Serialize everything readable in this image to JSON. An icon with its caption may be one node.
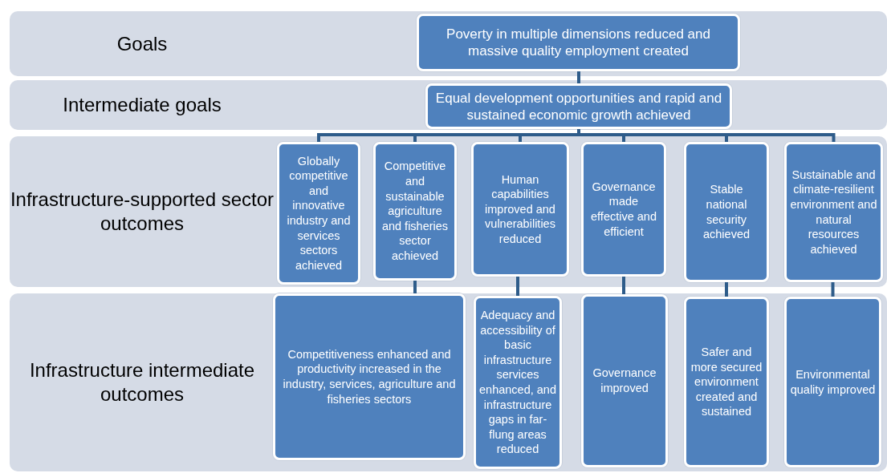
{
  "diagram": {
    "nodes": [
      {
        "text": [
          "Goals"
        ]
      },
      {
        "text": [
          "Poverty in multiple dimensions reduced and massive quality employment created"
        ],
        "in": 0
      },
      {
        "text": [
          "Intermediate goals"
        ]
      },
      {
        "text": [
          "Equal development opportunities and rapid and sustained economic growth achieved"
        ],
        "in": 2
      },
      {
        "text": [
          "Infrastructure-supported sector outcomes"
        ]
      },
      {
        "text": [
          "Globally competitive and innovative industry and services sectors achieved"
        ],
        "in": 4
      },
      {
        "text": [
          "Competitive and sustainable agriculture and fisheries sector achieved"
        ],
        "in": 4
      },
      {
        "text": [
          "Human capabilities improved and vulnerabilities reduced"
        ],
        "in": 4
      },
      {
        "text": [
          "Governance made effective and efficient"
        ],
        "in": 4
      },
      {
        "text": [
          "Stable national security achieved"
        ],
        "in": 4
      },
      {
        "text": [
          "Sustainable and climate-resilient environment and natural resources achieved"
        ],
        "in": 4
      },
      {
        "text": [
          "Infrastructure intermediate outcomes"
        ]
      },
      {
        "text": [
          "Competitiveness enhanced and productivity increased in the industry, services, agriculture and fisheries sectors"
        ],
        "in": 11
      },
      {
        "text": [
          "Adequacy and accessibility of basic infrastructure services enhanced, and infrastructure gaps in far-flung areas reduced"
        ],
        "in": 11
      },
      {
        "text": [
          "Governance improved"
        ],
        "in": 11
      },
      {
        "text": [
          "Safer and more secured environment created and sustained"
        ],
        "in": 11
      },
      {
        "text": [
          "Environmental quality improved"
        ],
        "in": 11
      }
    ],
    "edges": [
      {
        "from": 1,
        "to": 3,
        "arrow": "none"
      },
      {
        "from": 3,
        "to": 5,
        "arrow": "none"
      },
      {
        "from": 3,
        "to": 6,
        "arrow": "none"
      },
      {
        "from": 3,
        "to": 7,
        "arrow": "none"
      },
      {
        "from": 3,
        "to": 8,
        "arrow": "none"
      },
      {
        "from": 3,
        "to": 9,
        "arrow": "none"
      },
      {
        "from": 3,
        "to": 10,
        "arrow": "none"
      },
      {
        "from": 6,
        "to": 12,
        "arrow": "none"
      },
      {
        "from": 7,
        "to": 13,
        "arrow": "none"
      },
      {
        "from": 8,
        "to": 14,
        "arrow": "none"
      },
      {
        "from": 9,
        "to": 15,
        "arrow": "none"
      },
      {
        "from": 10,
        "to": 16,
        "arrow": "none"
      }
    ]
  }
}
